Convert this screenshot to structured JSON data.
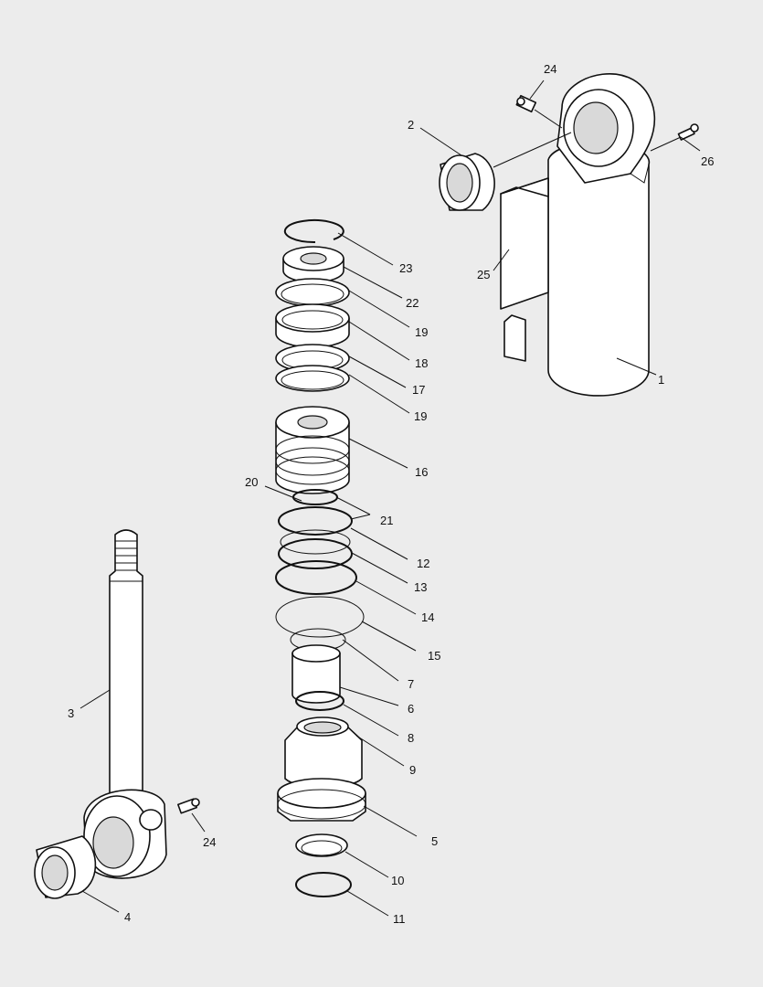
{
  "diagram": {
    "callouts": {
      "c1": "1",
      "c2": "2",
      "c3": "3",
      "c4": "4",
      "c5": "5",
      "c6": "6",
      "c7": "7",
      "c8": "8",
      "c9": "9",
      "c10": "10",
      "c11": "11",
      "c12": "12",
      "c13": "13",
      "c14": "14",
      "c15": "15",
      "c16": "16",
      "c17": "17",
      "c18": "18",
      "c19a": "19",
      "c19b": "19",
      "c20": "20",
      "c21": "21",
      "c22": "22",
      "c23": "23",
      "c24a": "24",
      "c24b": "24",
      "c25": "25",
      "c26": "26"
    },
    "background_color": "#ececec",
    "line_color": "#111111"
  }
}
